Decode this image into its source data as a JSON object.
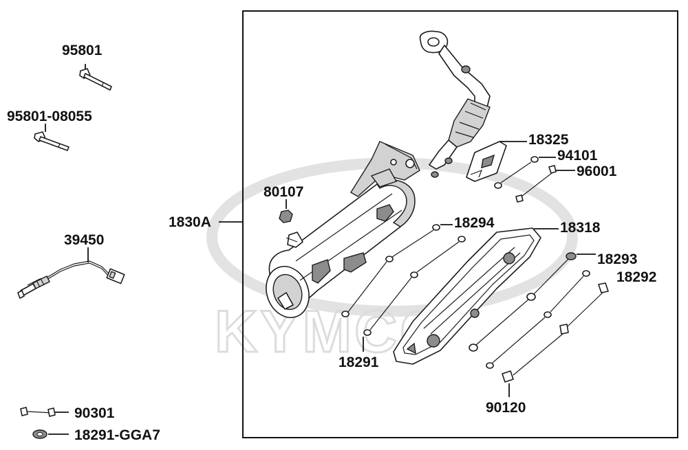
{
  "watermark": {
    "brand": "KYMCO"
  },
  "labels": {
    "p95801": "95801",
    "p95801_08055": "95801-08055",
    "p39450": "39450",
    "p1830A": "1830A",
    "p80107": "80107",
    "p18325": "18325",
    "p94101": "94101",
    "p96001": "96001",
    "p18294": "18294",
    "p18318": "18318",
    "p18293": "18293",
    "p18292": "18292",
    "p18291": "18291",
    "p90120": "90120"
  },
  "legend": {
    "item1": "90301",
    "item2": "18291-GGA7"
  }
}
